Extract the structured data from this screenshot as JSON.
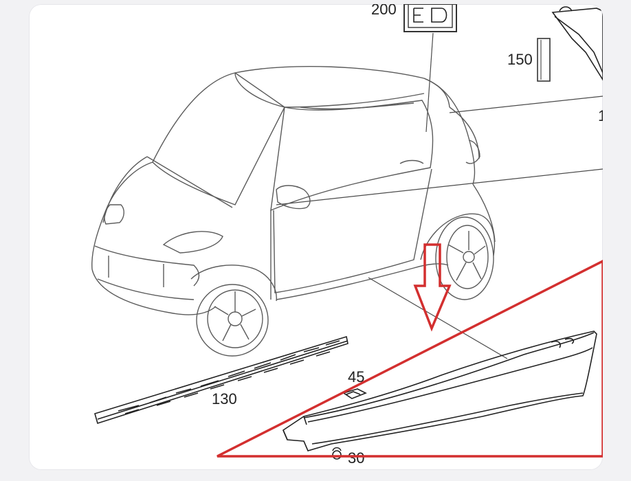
{
  "callouts": {
    "c200": "200",
    "c150": "150",
    "c130": "130",
    "c45": "45",
    "c30": "30"
  },
  "colors": {
    "highlight": "#d32f2f",
    "ink": "#222222"
  }
}
